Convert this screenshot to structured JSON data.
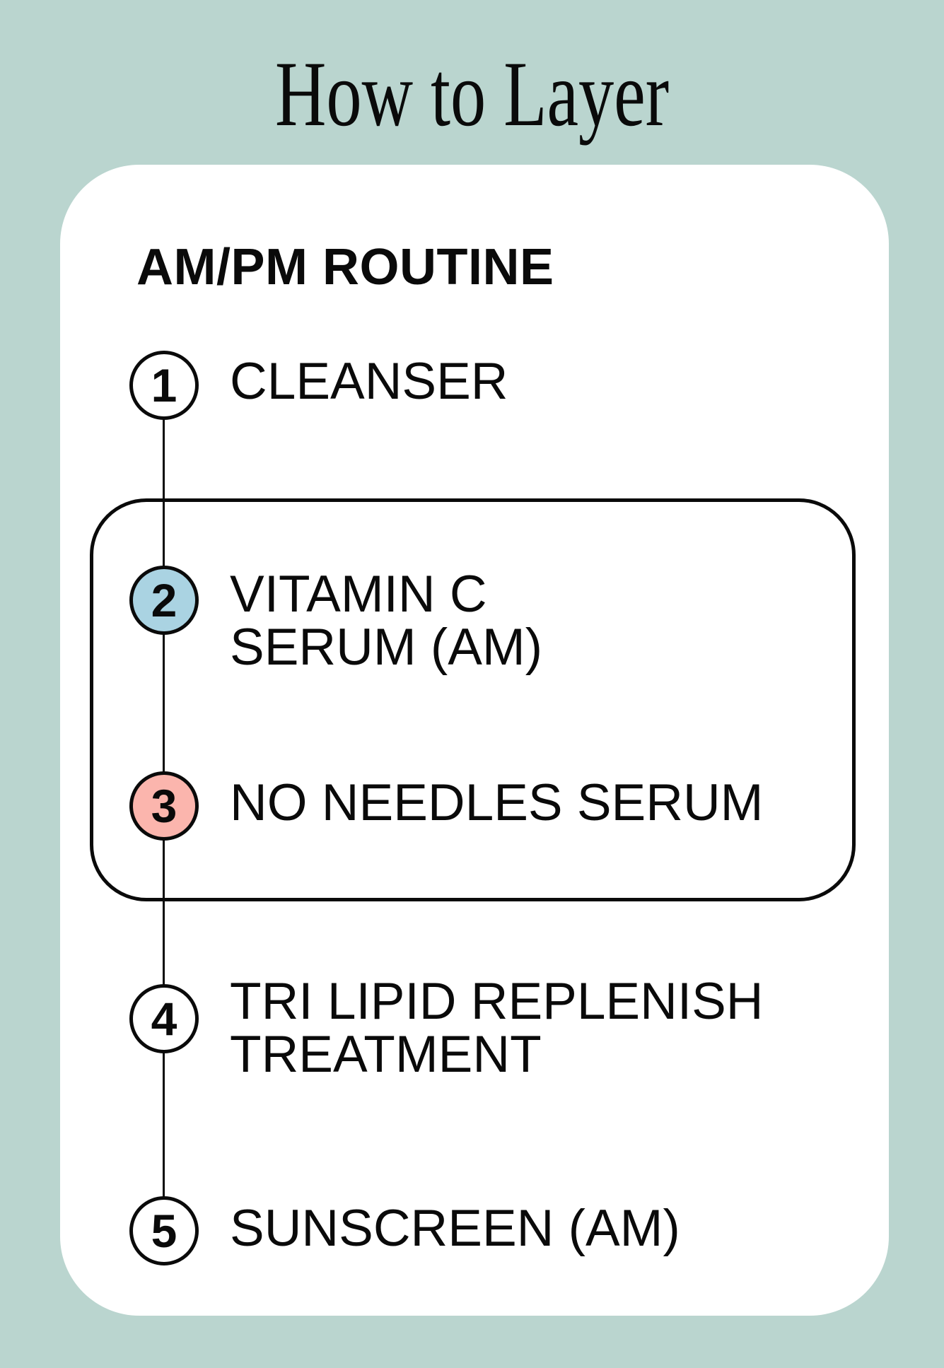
{
  "page": {
    "title": "How to Layer",
    "background_color": "#bad5cf",
    "ink_color": "#0a0a0a"
  },
  "card": {
    "heading": "AM/PM ROUTINE",
    "background_color": "#ffffff"
  },
  "steps": [
    {
      "number": "1",
      "lines": [
        "CLEANSER"
      ],
      "circle_color": "#ffffff",
      "grouped": false
    },
    {
      "number": "2",
      "lines": [
        "VITAMIN C",
        "SERUM (AM)"
      ],
      "circle_color": "#aad3e2",
      "grouped": true
    },
    {
      "number": "3",
      "lines": [
        "NO NEEDLES SERUM"
      ],
      "circle_color": "#fbb5ad",
      "grouped": true
    },
    {
      "number": "4",
      "lines": [
        "TRI LIPID REPLENISH",
        "TREATMENT"
      ],
      "circle_color": "#ffffff",
      "grouped": false
    },
    {
      "number": "5",
      "lines": [
        "SUNSCREEN (AM)"
      ],
      "circle_color": "#ffffff",
      "grouped": false
    }
  ]
}
